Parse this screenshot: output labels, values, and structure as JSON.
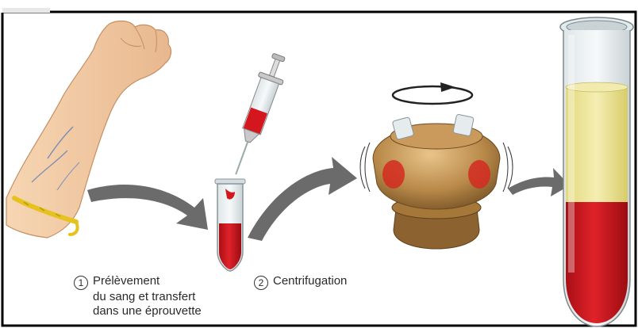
{
  "colors": {
    "background": "#ffffff",
    "frame": "#000000",
    "skin": "#f2c9a1",
    "vein": "#7d8fae",
    "tourniquet": "#e6c21e",
    "arrow": "#6b6b6b",
    "blood": "#c8141c",
    "plasma": "#ece59a",
    "centrifuge": "#b98a4a",
    "glass": "#e8eef0"
  },
  "steps": [
    {
      "number": "1",
      "lines": [
        "Prélèvement",
        "du sang et transfert",
        "dans une éprouvette"
      ]
    },
    {
      "number": "2",
      "lines": [
        "Centrifugation"
      ]
    }
  ],
  "icons": [
    "arm-icon",
    "tourniquet-icon",
    "syringe-icon",
    "test-tube-icon",
    "centrifuge-icon",
    "rotation-arrow-icon",
    "separated-blood-tube-icon"
  ]
}
